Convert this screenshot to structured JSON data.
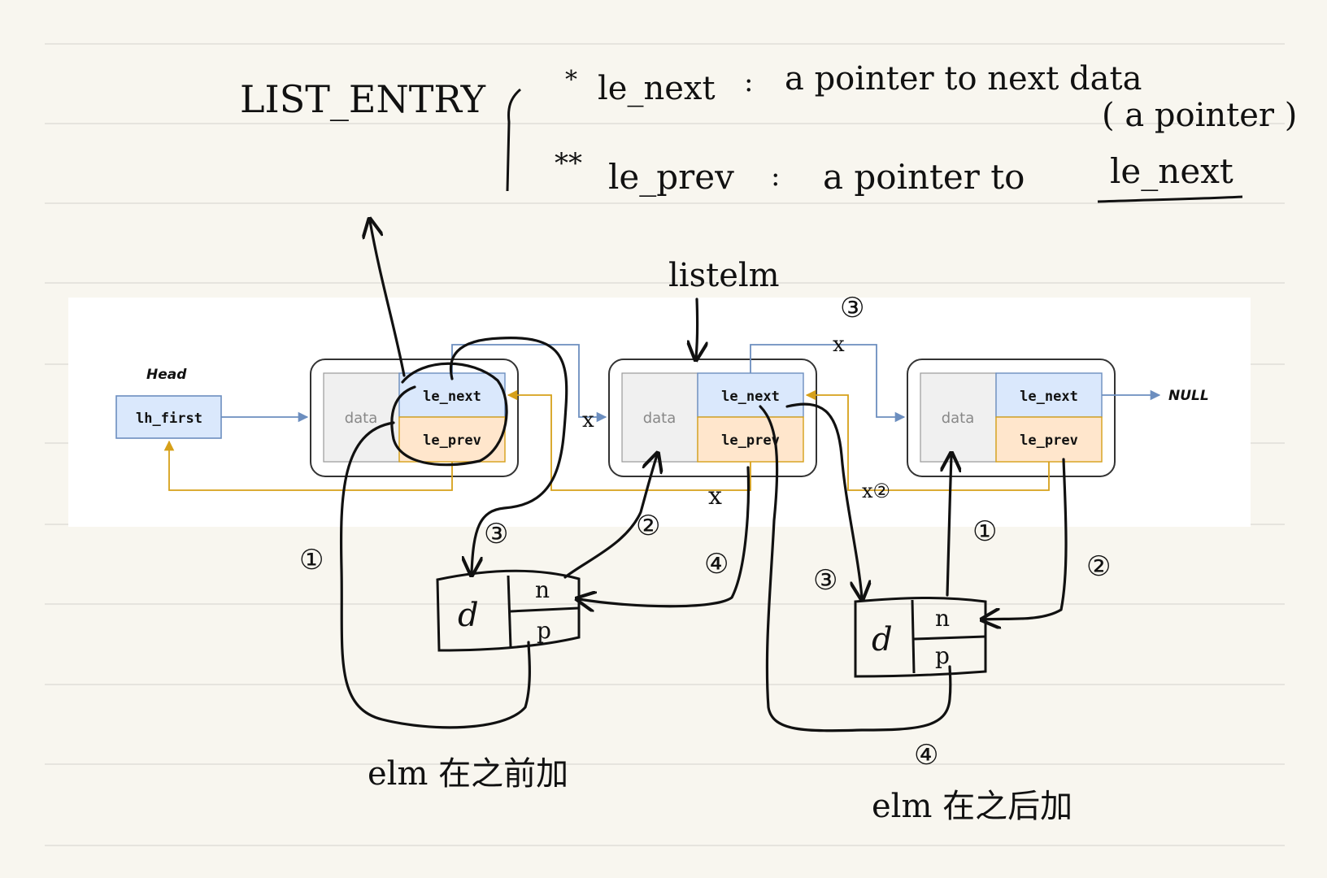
{
  "header": {
    "title": "LIST_ENTRY",
    "def_next_marker": "*",
    "def_next_field": "le_next",
    "def_next_colon": ":",
    "def_next_desc": "a pointer to next data",
    "def_next_desc2": "( a pointer )",
    "def_prev_marker": "**",
    "def_prev_field": "le_prev",
    "def_prev_colon": ":",
    "def_prev_desc": "a pointer to",
    "def_prev_target": "le_next"
  },
  "diagram": {
    "head_label": "Head",
    "head_box": "lh_first",
    "null_label": "NULL",
    "listelm_label": "listelm",
    "nodes": [
      {
        "data": "data",
        "next": "le_next",
        "prev": "le_prev"
      },
      {
        "data": "data",
        "next": "le_next",
        "prev": "le_prev"
      },
      {
        "data": "data",
        "next": "le_next",
        "prev": "le_prev"
      }
    ],
    "new_nodes": [
      {
        "d": "d",
        "n": "n",
        "p": "p"
      },
      {
        "d": "d",
        "n": "n",
        "p": "p"
      }
    ],
    "steps": {
      "s1_left": "①",
      "s2_left": "②",
      "s3_left": "③",
      "s4_left": "④",
      "s1_right": "①",
      "s2_right": "②",
      "s3_right": "③",
      "s4_right": "④",
      "s3_top": "③",
      "x_mark": "x",
      "x2_label": "x②"
    },
    "caption_left": "elm 在之前加",
    "caption_right": "elm 在之后加"
  },
  "colors": {
    "paper": "#f8f6ef",
    "rule": "#dcdad3",
    "next_fill": "#dae8fc",
    "prev_fill": "#ffe6cc",
    "data_fill": "#f0f0f0",
    "blue_line": "#6c8ebf",
    "gold_line": "#d6a019",
    "ink": "#111111"
  }
}
